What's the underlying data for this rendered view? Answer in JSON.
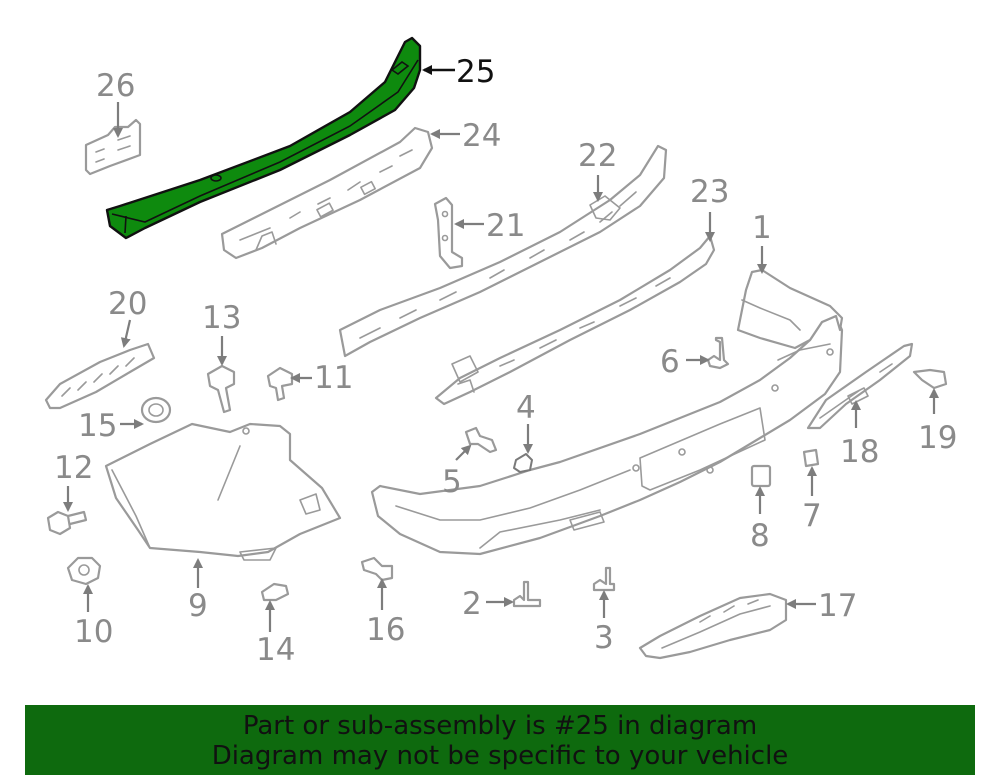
{
  "diagram": {
    "highlight_color": "#0e8a0e",
    "highlighted_part": "25",
    "callouts": {
      "c1": "1",
      "c2": "2",
      "c3": "3",
      "c4": "4",
      "c5": "5",
      "c6": "6",
      "c7": "7",
      "c8": "8",
      "c9": "9",
      "c10": "10",
      "c11": "11",
      "c12": "12",
      "c13": "13",
      "c14": "14",
      "c15": "15",
      "c16": "16",
      "c17": "17",
      "c18": "18",
      "c19": "19",
      "c20": "20",
      "c21": "21",
      "c22": "22",
      "c23": "23",
      "c24": "24",
      "c25": "25",
      "c26": "26"
    }
  },
  "banner": {
    "line1": "Part or sub-assembly is #25 in diagram",
    "line2": "Diagram may not be specific to your vehicle",
    "background": "#0e6a0e"
  }
}
